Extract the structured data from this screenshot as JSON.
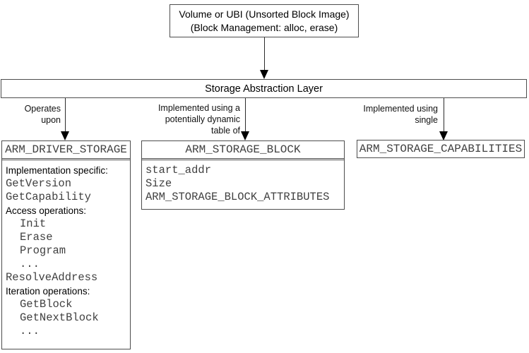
{
  "colors": {
    "border": "#4d4d4d",
    "line": "#2b2b2b",
    "arrow": "#000000",
    "text": "#000000",
    "code_text": "#404040",
    "background": "#ffffff"
  },
  "top_box": {
    "lines": [
      "Volume or UBI (Unsorted Block Image)",
      "(Block Management: alloc, erase)"
    ]
  },
  "abstraction_layer": {
    "title": "Storage Abstraction Layer"
  },
  "edges": {
    "driver": {
      "label_lines": [
        "Operates",
        "upon"
      ]
    },
    "block": {
      "label_lines": [
        "Implemented using a",
        "potentially dynamic",
        "table of"
      ]
    },
    "capabilities": {
      "label_lines": [
        "Implemented using",
        "single"
      ]
    }
  },
  "driver_box": {
    "title": "ARM_DRIVER_STORAGE",
    "rows": [
      {
        "style": "label",
        "text": "Implementation specific:"
      },
      {
        "style": "code",
        "text": "GetVersion"
      },
      {
        "style": "code",
        "text": "GetCapability"
      },
      {
        "style": "label",
        "text": "Access operations:"
      },
      {
        "style": "code code-indent",
        "text": "Init"
      },
      {
        "style": "code code-indent",
        "text": "Erase"
      },
      {
        "style": "code code-indent",
        "text": "Program"
      },
      {
        "style": "code code-indent",
        "text": "..."
      },
      {
        "style": "code",
        "text": "ResolveAddress"
      },
      {
        "style": "label",
        "text": "Iteration operations:"
      },
      {
        "style": "code code-indent",
        "text": "GetBlock"
      },
      {
        "style": "code code-indent",
        "text": "GetNextBlock"
      },
      {
        "style": "code code-indent",
        "text": "..."
      }
    ]
  },
  "block_box": {
    "title": "ARM_STORAGE_BLOCK",
    "rows": [
      {
        "style": "code",
        "text": "start_addr"
      },
      {
        "style": "code",
        "text": "Size"
      },
      {
        "style": "code",
        "text": "ARM_STORAGE_BLOCK_ATTRIBUTES"
      }
    ]
  },
  "capabilities_box": {
    "title": "ARM_STORAGE_CAPABILITIES"
  }
}
